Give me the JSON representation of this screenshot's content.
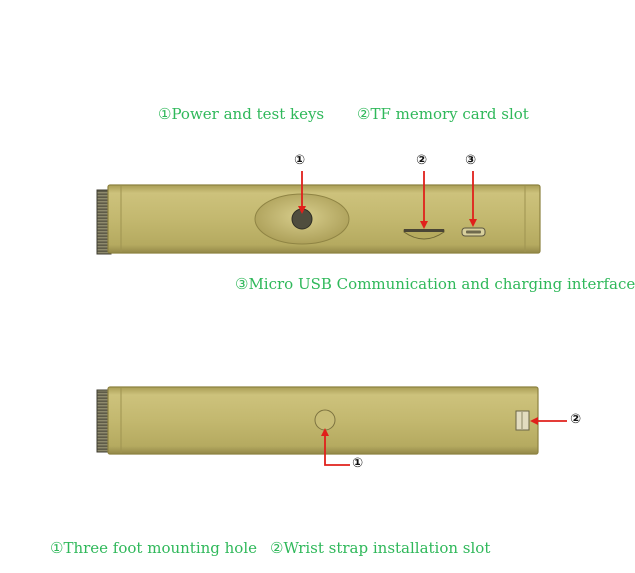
{
  "top_view": {
    "captions": {
      "power_keys": "①Power and test keys",
      "tf_slot": "②TF memory card slot",
      "usb": "③Micro USB Communication and charging interface"
    },
    "callouts": [
      "①",
      "②",
      "③"
    ]
  },
  "bottom_view": {
    "captions": {
      "tripod_hole": "①Three foot mounting hole",
      "wrist_strap": "②Wrist strap installation slot"
    },
    "callouts": [
      "①",
      "②"
    ]
  },
  "colors": {
    "caption_text": "#2fb85a",
    "body_fill": "#c1b46c",
    "body_edge": "#8d8240",
    "leader_line": "#e0201b",
    "knob": "#5c5a48"
  }
}
